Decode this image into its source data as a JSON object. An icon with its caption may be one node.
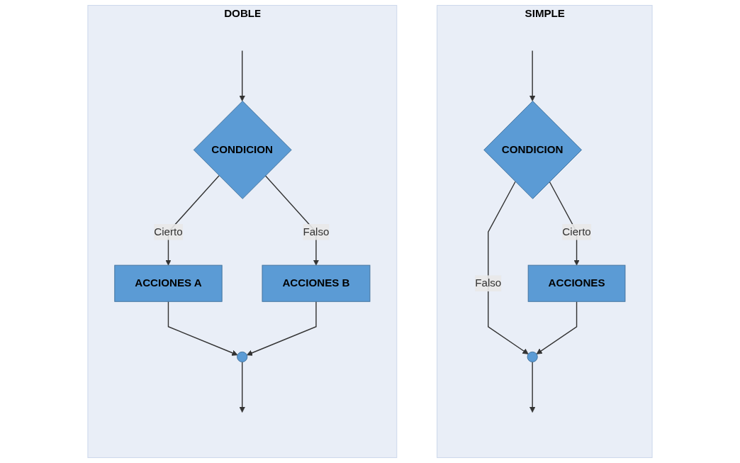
{
  "diagram": {
    "nodes": [
      {
        "text": [
          "SIMPLE"
        ]
      },
      {
        "text": [
          "CONDICION"
        ],
        "in": 0
      },
      {
        "text": [
          "ACCIONES"
        ],
        "in": 0
      },
      {
        "text": [],
        "shape": "circle",
        "in": 0
      },
      {
        "text": [
          "DOBLE"
        ]
      },
      {
        "text": [
          "CONDICION"
        ],
        "in": 4
      },
      {
        "text": [
          "ACCIONES A"
        ],
        "in": 4
      },
      {
        "text": [
          "ACCIONES B"
        ],
        "in": 4
      },
      {
        "text": [],
        "shape": "circle",
        "in": 4
      }
    ],
    "edges": [
      {
        "from": null,
        "to": 1,
        "arrow": "to"
      },
      {
        "from": 1,
        "to": 2,
        "arrow": "to",
        "label": "Cierto"
      },
      {
        "from": 1,
        "to": 3,
        "arrow": "to",
        "label": "Falso"
      },
      {
        "from": 2,
        "to": 3,
        "arrow": "to"
      },
      {
        "from": 3,
        "to": null,
        "arrow": "to"
      },
      {
        "from": null,
        "to": 5,
        "arrow": "to"
      },
      {
        "from": 5,
        "to": 6,
        "arrow": "to",
        "label": "Cierto"
      },
      {
        "from": 5,
        "to": 7,
        "arrow": "to",
        "label": "Falso"
      },
      {
        "from": 6,
        "to": 8,
        "arrow": "to"
      },
      {
        "from": 7,
        "to": 8,
        "arrow": "to"
      },
      {
        "from": 8,
        "to": null,
        "arrow": "to"
      }
    ]
  }
}
